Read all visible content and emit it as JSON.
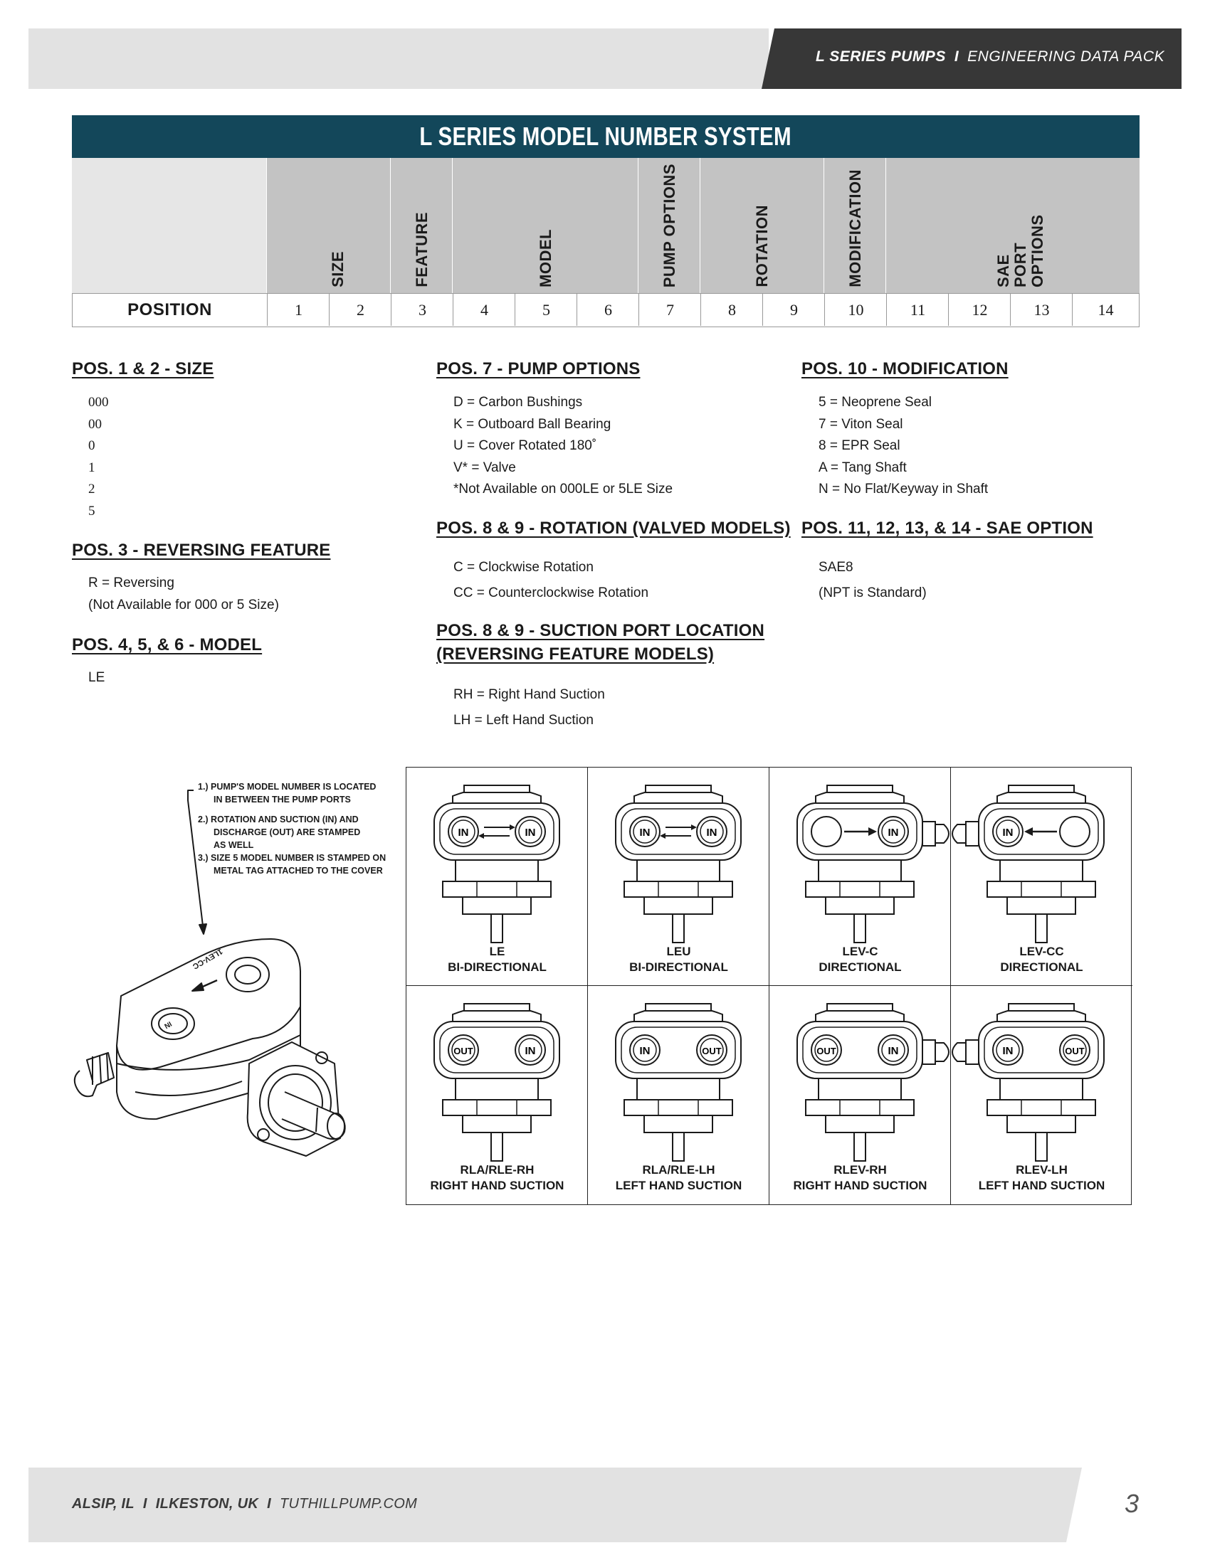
{
  "header": {
    "series": "L SERIES PUMPS",
    "separator": "I",
    "doc": "ENGINEERING DATA PACK"
  },
  "table": {
    "title": "L SERIES MODEL NUMBER SYSTEM",
    "columns": [
      "SIZE",
      "FEATURE",
      "MODEL",
      "PUMP OPTIONS",
      "ROTATION",
      "MODIFICATION",
      "SAE PORT OPTIONS"
    ],
    "position_label": "POSITION",
    "positions": [
      "1",
      "2",
      "3",
      "4",
      "5",
      "6",
      "7",
      "8",
      "9",
      "10",
      "11",
      "12",
      "13",
      "14"
    ]
  },
  "sections": {
    "size": {
      "heading": "POS. 1 & 2 - SIZE",
      "items": [
        "000",
        "00",
        "0",
        "1",
        "2",
        "5"
      ]
    },
    "reversing": {
      "heading": "POS. 3 - REVERSING FEATURE",
      "items": [
        "R = Reversing",
        "(Not Available for 000 or 5 Size)"
      ]
    },
    "model": {
      "heading": "POS. 4, 5, & 6 - MODEL",
      "items": [
        "LE"
      ]
    },
    "pump_options": {
      "heading": "POS. 7 - PUMP OPTIONS",
      "items": [
        "D = Carbon Bushings",
        "K = Outboard Ball Bearing",
        "U = Cover Rotated 180˚",
        "V* = Valve",
        "*Not Available on 000LE or 5LE Size"
      ]
    },
    "rotation": {
      "heading": "POS. 8 & 9 - ROTATION (VALVED MODELS)",
      "items": [
        "C = Clockwise Rotation",
        "CC = Counterclockwise Rotation"
      ]
    },
    "suction": {
      "heading_1": "POS. 8 & 9 - SUCTION PORT LOCATION",
      "heading_2": "(REVERSING FEATURE MODELS)",
      "items": [
        "RH = Right Hand Suction",
        "LH = Left Hand Suction"
      ]
    },
    "modification": {
      "heading": "POS. 10 - MODIFICATION",
      "items": [
        "5 = Neoprene Seal",
        "7 = Viton Seal",
        "8 = EPR Seal",
        "A = Tang Shaft",
        "N = No Flat/Keyway in Shaft"
      ]
    },
    "sae": {
      "heading": "POS. 11, 12, 13, & 14 - SAE OPTION",
      "items": [
        "SAE8",
        "(NPT is Standard)"
      ]
    }
  },
  "notes": [
    "1.) PUMP'S MODEL NUMBER IS LOCATED",
    "IN BETWEEN THE PUMP PORTS",
    "2.) ROTATION AND SUCTION (IN) AND",
    "DISCHARGE (OUT) ARE STAMPED",
    "AS WELL",
    "3.) SIZE 5 MODEL NUMBER IS STAMPED ON",
    "METAL TAG ATTACHED TO THE COVER"
  ],
  "iso_stamp": {
    "model": "1LEV-CC",
    "port": "IN"
  },
  "diagrams": [
    {
      "line1": "LE",
      "line2": "BI-DIRECTIONAL",
      "left": "IN",
      "right": "IN",
      "arrow": "both",
      "valve": "none"
    },
    {
      "line1": "LEU",
      "line2": "BI-DIRECTIONAL",
      "left": "IN",
      "right": "IN",
      "arrow": "both",
      "valve": "none"
    },
    {
      "line1": "LEV-C",
      "line2": "DIRECTIONAL",
      "left": "",
      "right": "IN",
      "arrow": "right",
      "valve": "right"
    },
    {
      "line1": "LEV-CC",
      "line2": "DIRECTIONAL",
      "left": "IN",
      "right": "",
      "arrow": "left",
      "valve": "left"
    },
    {
      "line1": "RLA/RLE-RH",
      "line2": "RIGHT HAND SUCTION",
      "left": "OUT",
      "right": "IN",
      "arrow": "none",
      "valve": "none"
    },
    {
      "line1": "RLA/RLE-LH",
      "line2": "LEFT HAND SUCTION",
      "left": "IN",
      "right": "OUT",
      "arrow": "none",
      "valve": "none"
    },
    {
      "line1": "RLEV-RH",
      "line2": "RIGHT HAND SUCTION",
      "left": "OUT",
      "right": "IN",
      "arrow": "none",
      "valve": "right"
    },
    {
      "line1": "RLEV-LH",
      "line2": "LEFT HAND SUCTION",
      "left": "IN",
      "right": "OUT",
      "arrow": "none",
      "valve": "left"
    }
  ],
  "footer": {
    "loc1": "ALSIP, IL",
    "loc2": "ILKESTON, UK",
    "site": "TUTHILLPUMP.COM",
    "sep": "I",
    "page": "3"
  },
  "colors": {
    "title_bar": "#13475a",
    "header_dark": "#373737",
    "band_grey": "#e2e2e2",
    "table_head": "#c3c3c3"
  }
}
